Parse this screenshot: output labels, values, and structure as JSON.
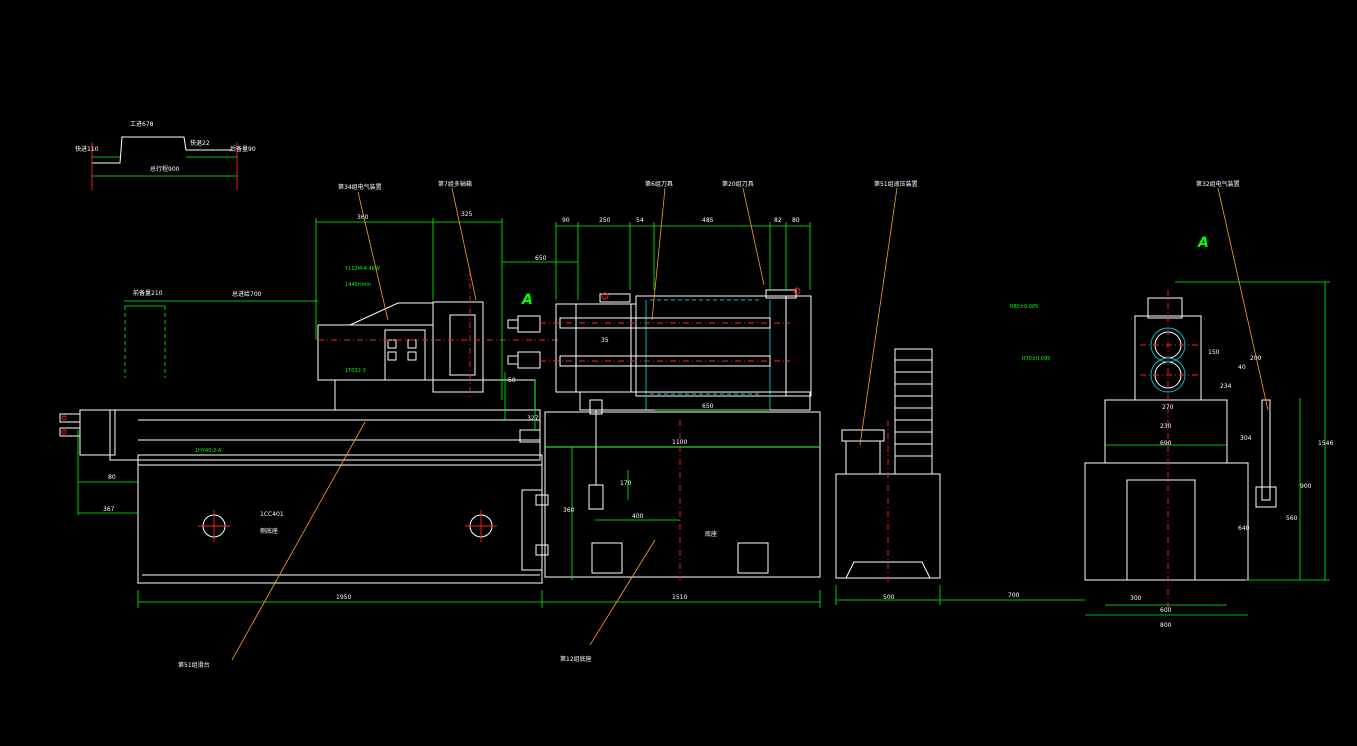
{
  "colors": {
    "background": "#000000",
    "outline": "#ffffff",
    "dimension": "#00ff00",
    "centerline": "#ff2020",
    "leader": "#ff9a1f",
    "hidden": "#00c8c8"
  },
  "cycle": {
    "work": "工进678",
    "fast_forward": "快进110",
    "fast_back": "快退22",
    "rear_margin": "后备量90",
    "total_stroke": "总行程900"
  },
  "labels": {
    "electrical_top": "第34组电气装置",
    "multi_axle_box": "第7组多轴箱",
    "tool_1": "第6组刀具",
    "tool_2": "第20组刀具",
    "hydraulic": "第51组液压装置",
    "electrical_right": "第32组电气装置",
    "slide": "第51组滑台",
    "base": "第12组底座",
    "front_margin": "前备量210",
    "total_feed": "总进给700",
    "motor_model": "Y112M-4 4KW",
    "motor_speed": "1440r/min",
    "box_model": "1T032-3",
    "slide_model": "1HY40-2-A",
    "side_base_model": "1CC401",
    "side_base": "侧底座",
    "mid_base": "底座",
    "view_a": "A",
    "pitch_1": "R80±0.085",
    "pitch_2": "R70±0.095"
  },
  "dims": {
    "top": [
      "360",
      "325",
      "650",
      "90",
      "250",
      "54",
      "485",
      "82",
      "80"
    ],
    "spindle": [
      "35",
      "650"
    ],
    "vertical": [
      "50",
      "327",
      "360",
      "170"
    ],
    "mid": [
      "1100",
      "400"
    ],
    "bottom": [
      "1950",
      "1510",
      "500",
      "700"
    ],
    "left": [
      "80",
      "367"
    ],
    "right_top": [
      "150",
      "40",
      "234",
      "270",
      "230",
      "690"
    ],
    "right_side": [
      "200",
      "304",
      "900",
      "1546",
      "560",
      "640"
    ],
    "right_bottom": [
      "300",
      "600",
      "800"
    ]
  }
}
